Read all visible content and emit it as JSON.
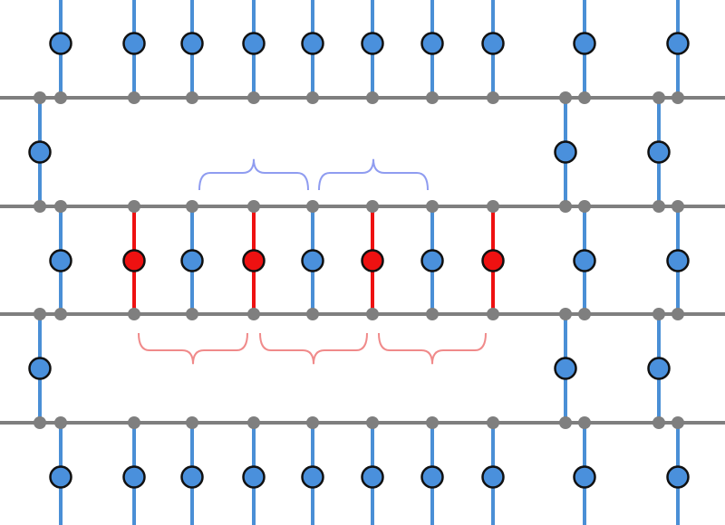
{
  "colors": {
    "rail": "#7f7f7f",
    "link": "#4a8fd6",
    "node_fill": "#4a90dc",
    "node_stroke": "#111111",
    "highlight": "#ee1111",
    "brace_upper": "#8f9cf0",
    "brace_lower": "#f08a8a"
  },
  "middle_row_states": [
    "normal",
    "highlight",
    "normal",
    "highlight",
    "normal",
    "highlight",
    "normal",
    "highlight",
    "normal",
    "normal"
  ],
  "upper_brace_count": 2,
  "lower_brace_count": 3
}
